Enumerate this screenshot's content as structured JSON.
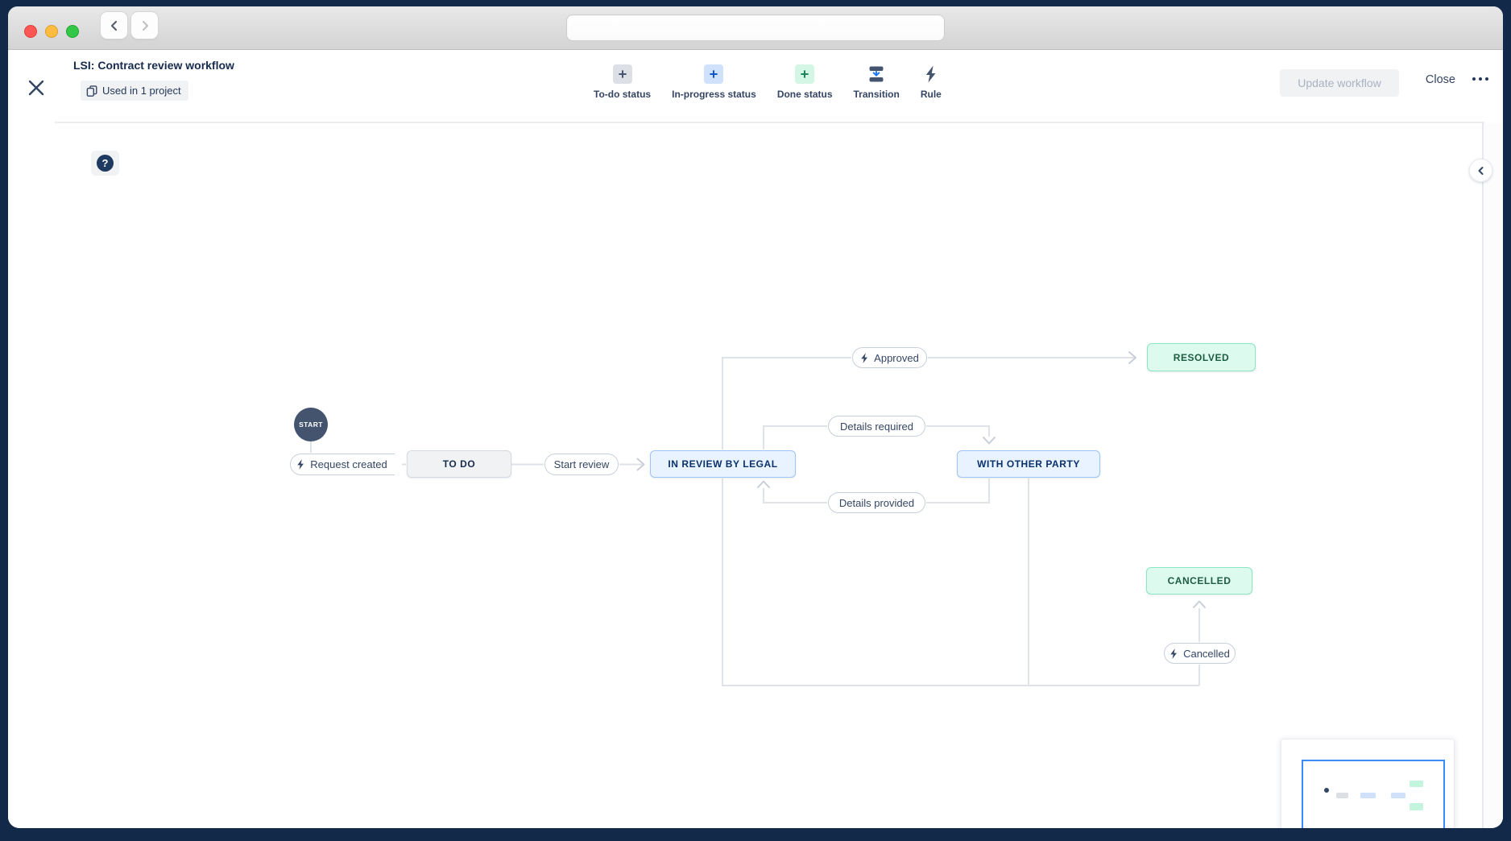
{
  "header": {
    "title": "LSI: Contract review workflow",
    "usage_badge": "Used in 1 project",
    "update_button": "Update workflow",
    "close_button": "Close"
  },
  "toolbar": {
    "items": [
      {
        "label": "To-do status",
        "icon": "add-todo-status-icon"
      },
      {
        "label": "In-progress status",
        "icon": "add-inprogress-status-icon"
      },
      {
        "label": "Done status",
        "icon": "add-done-status-icon"
      },
      {
        "label": "Transition",
        "icon": "transition-icon"
      },
      {
        "label": "Rule",
        "icon": "rule-lightning-icon"
      }
    ]
  },
  "canvas": {
    "help_glyph": "?"
  },
  "diagram": {
    "start_label": "START",
    "statuses": [
      {
        "label": "TO DO",
        "kind": "todo"
      },
      {
        "label": "IN REVIEW BY LEGAL",
        "kind": "in-progress"
      },
      {
        "label": "WITH OTHER PARTY",
        "kind": "in-progress"
      },
      {
        "label": "RESOLVED",
        "kind": "done"
      },
      {
        "label": "CANCELLED",
        "kind": "done"
      }
    ],
    "transitions": [
      {
        "label": "Request created",
        "has_rule": true
      },
      {
        "label": "Start review",
        "has_rule": false
      },
      {
        "label": "Approved",
        "has_rule": true
      },
      {
        "label": "Details required",
        "has_rule": false
      },
      {
        "label": "Details provided",
        "has_rule": false
      },
      {
        "label": "Cancelled",
        "has_rule": true
      }
    ]
  },
  "colors": {
    "navy_text": "#172B4D",
    "accent_blue": "#1D7AFC",
    "accent_green": "#22A06B",
    "status_blue_bg": "#E9F2FF",
    "status_blue_border": "#9DC4F4",
    "status_green_bg": "#DCFBEE",
    "status_green_border": "#8BE6C2",
    "status_gray_bg": "#F1F2F4",
    "connector_line": "#DFE2E7"
  }
}
